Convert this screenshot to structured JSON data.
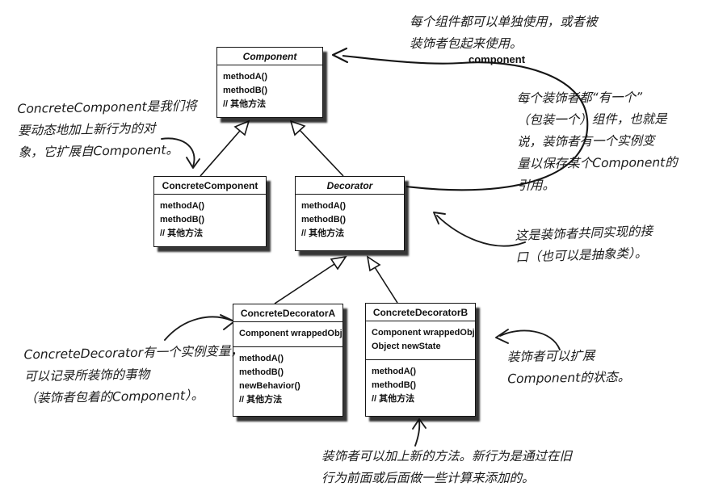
{
  "diagram": {
    "kind": "uml-class-diagram",
    "pattern": "Decorator"
  },
  "classes": {
    "component": {
      "name": "Component",
      "abstract": true,
      "methods": [
        "methodA()",
        "methodB()",
        "// 其他方法"
      ]
    },
    "concrete_component": {
      "name": "ConcreteComponent",
      "abstract": false,
      "methods": [
        "methodA()",
        "methodB()",
        "// 其他方法"
      ]
    },
    "decorator": {
      "name": "Decorator",
      "abstract": true,
      "methods": [
        "methodA()",
        "methodB()",
        "// 其他方法"
      ]
    },
    "concrete_decorator_a": {
      "name": "ConcreteDecoratorA",
      "abstract": false,
      "fields": [
        "Component wrappedObj"
      ],
      "methods": [
        "methodA()",
        "methodB()",
        "newBehavior()",
        "// 其他方法"
      ]
    },
    "concrete_decorator_b": {
      "name": "ConcreteDecoratorB",
      "abstract": false,
      "fields": [
        "Component wrappedObj",
        "Object newState"
      ],
      "methods": [
        "methodA()",
        "methodB()",
        "// 其他方法"
      ]
    }
  },
  "relationships": {
    "association_label": "component",
    "generalizations": [
      "ConcreteComponent -> Component",
      "Decorator -> Component",
      "ConcreteDecoratorA -> Decorator",
      "ConcreteDecoratorB -> Decorator"
    ]
  },
  "annotations": {
    "top": {
      "lines": [
        "每个组件都可以单独使用，或者被",
        "装饰者包起来使用。"
      ]
    },
    "right_has_a": {
      "lines": [
        "每个装饰者都“有一个”",
        "（包装一个）组件，也就是",
        "说，装饰者有一个实例变",
        "量以保存某个Component的",
        "引用。"
      ]
    },
    "left_concrete_component": {
      "lines": [
        "ConcreteComponent是我们将",
        "要动态地加上新行为的对",
        "象，它扩展自Component。"
      ]
    },
    "right_interface": {
      "lines": [
        "这是装饰者共同实现的接",
        "口（也可以是抽象类）。"
      ]
    },
    "left_concrete_decorator": {
      "lines": [
        "ConcreteDecorator有一个实例变量，",
        "可以记录所装饰的事物",
        "（装饰者包着的Component）。"
      ]
    },
    "right_extend_state": {
      "lines": [
        "装饰者可以扩展",
        "Component的状态。"
      ]
    },
    "bottom_new_methods": {
      "lines": [
        "装饰者可以加上新的方法。新行为是通过在旧",
        "行为前面或后面做一些计算来添加的。"
      ]
    }
  }
}
